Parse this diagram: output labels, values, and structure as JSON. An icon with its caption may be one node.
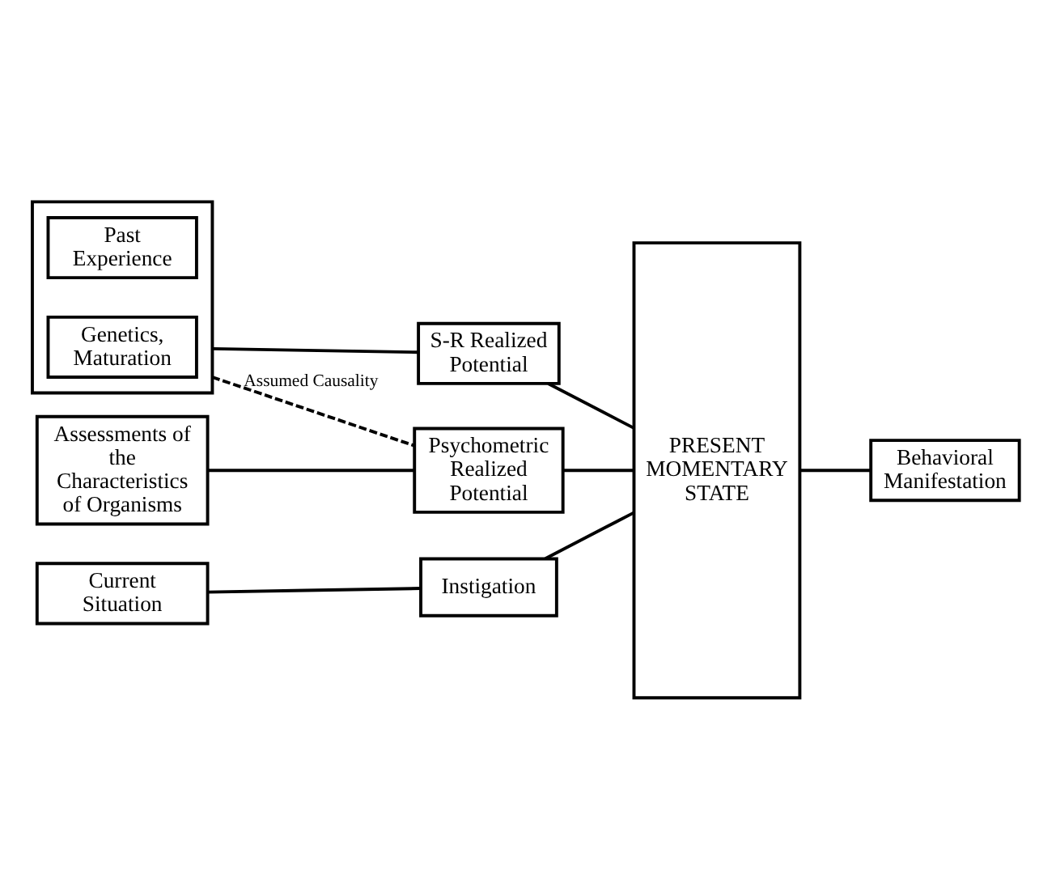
{
  "diagram": {
    "nodes": [
      {
        "text": [],
        "shape": "box"
      },
      {
        "text": [
          "Past Experience"
        ],
        "in": 0
      },
      {
        "text": [
          "Genetics, Maturation"
        ],
        "in": 0
      },
      {
        "text": [
          "S-R Realized Potential"
        ]
      },
      {
        "text": [
          "PRESENT MOMENTARY STATE"
        ]
      },
      {
        "text": [
          "Behavioral Manifestation"
        ]
      },
      {
        "text": [
          "Assessments of the Characteristics of Organisms"
        ]
      },
      {
        "text": [
          "Psychometric Realized Potential"
        ]
      },
      {
        "text": [
          "Current Situation"
        ]
      },
      {
        "text": [
          "Instigation"
        ]
      }
    ],
    "edges": [
      {
        "from": 0,
        "to": 3,
        "arrow": "none"
      },
      {
        "from": 3,
        "to": 4,
        "arrow": "none"
      },
      {
        "from": 0,
        "to": 7,
        "arrow": "none",
        "style": "dashed",
        "label": "Assumed Causality"
      },
      {
        "from": 6,
        "to": 7,
        "arrow": "none"
      },
      {
        "from": 7,
        "to": 4,
        "arrow": "none"
      },
      {
        "from": 8,
        "to": 9,
        "arrow": "none"
      },
      {
        "from": 9,
        "to": 4,
        "arrow": "none"
      },
      {
        "from": 4,
        "to": 5,
        "arrow": "none"
      }
    ]
  }
}
